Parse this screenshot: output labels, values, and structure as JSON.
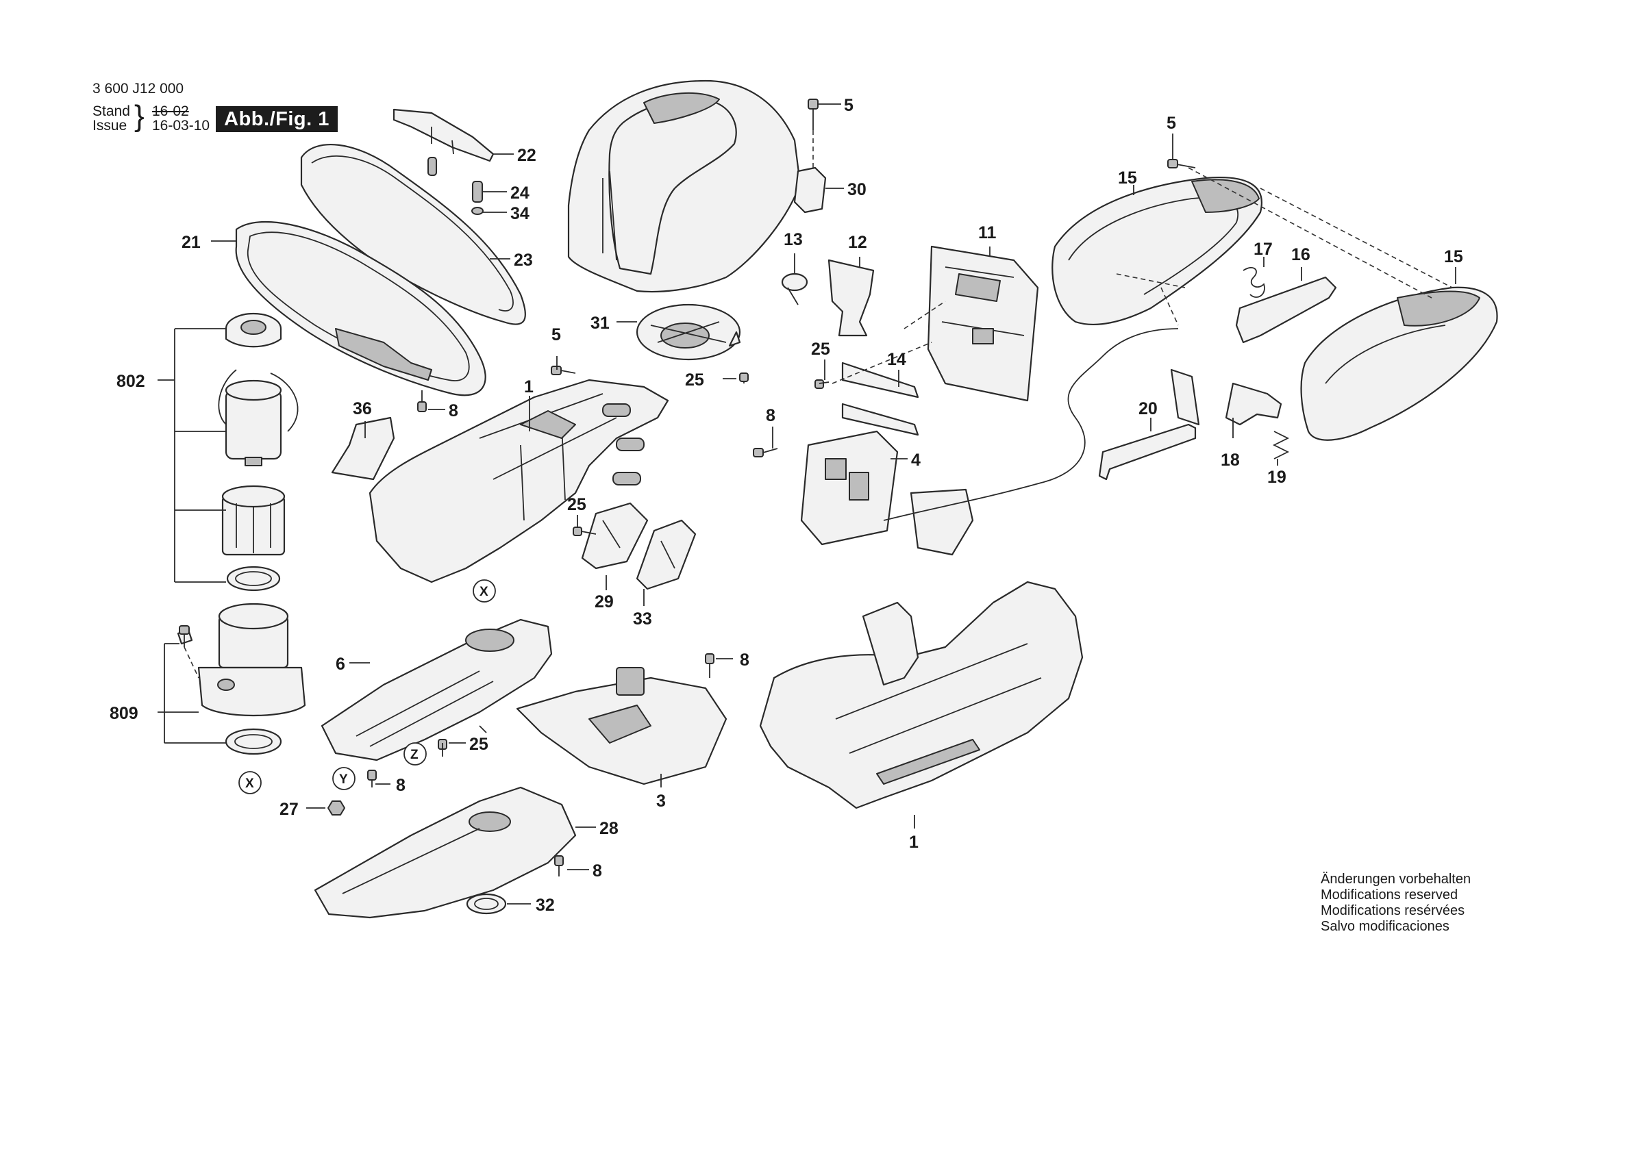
{
  "header": {
    "part_number": "3 600 J12 000",
    "stand_label": "Stand",
    "issue_label": "Issue",
    "stand_value": "16-02",
    "issue_value": "16-03-10",
    "figure_label": "Abb./Fig. 1"
  },
  "notes": [
    "Änderungen vorbehalten",
    "Modifications reserved",
    "Modifications resérvées",
    "Salvo modificaciones"
  ],
  "callouts": [
    {
      "id": "c-5a",
      "text": "5"
    },
    {
      "id": "c-30",
      "text": "30"
    },
    {
      "id": "c-22",
      "text": "22"
    },
    {
      "id": "c-24",
      "text": "24"
    },
    {
      "id": "c-34",
      "text": "34"
    },
    {
      "id": "c-23",
      "text": "23"
    },
    {
      "id": "c-21",
      "text": "21"
    },
    {
      "id": "c-802",
      "text": "802"
    },
    {
      "id": "c-8a",
      "text": "8"
    },
    {
      "id": "c-36",
      "text": "36"
    },
    {
      "id": "c-1a",
      "text": "1"
    },
    {
      "id": "c-5b",
      "text": "5"
    },
    {
      "id": "c-31",
      "text": "31"
    },
    {
      "id": "c-25a",
      "text": "25"
    },
    {
      "id": "c-13",
      "text": "13"
    },
    {
      "id": "c-12",
      "text": "12"
    },
    {
      "id": "c-11",
      "text": "11"
    },
    {
      "id": "c-25b",
      "text": "25"
    },
    {
      "id": "c-14",
      "text": "14"
    },
    {
      "id": "c-8b",
      "text": "8"
    },
    {
      "id": "c-4",
      "text": "4"
    },
    {
      "id": "c-5c",
      "text": "5"
    },
    {
      "id": "c-15a",
      "text": "15"
    },
    {
      "id": "c-17",
      "text": "17"
    },
    {
      "id": "c-16",
      "text": "16"
    },
    {
      "id": "c-15b",
      "text": "15"
    },
    {
      "id": "c-20",
      "text": "20"
    },
    {
      "id": "c-18",
      "text": "18"
    },
    {
      "id": "c-19",
      "text": "19"
    },
    {
      "id": "c-25c",
      "text": "25"
    },
    {
      "id": "c-29",
      "text": "29"
    },
    {
      "id": "c-33",
      "text": "33"
    },
    {
      "id": "c-6",
      "text": "6"
    },
    {
      "id": "c-809",
      "text": "809"
    },
    {
      "id": "c-25d",
      "text": "25"
    },
    {
      "id": "c-8c",
      "text": "8"
    },
    {
      "id": "c-8d",
      "text": "8"
    },
    {
      "id": "c-3",
      "text": "3"
    },
    {
      "id": "c-1b",
      "text": "1"
    },
    {
      "id": "c-27",
      "text": "27"
    },
    {
      "id": "c-28",
      "text": "28"
    },
    {
      "id": "c-8e",
      "text": "8"
    },
    {
      "id": "c-32",
      "text": "32"
    }
  ],
  "ref_markers": [
    {
      "id": "m-x1",
      "text": "X"
    },
    {
      "id": "m-x2",
      "text": "X"
    },
    {
      "id": "m-y",
      "text": "Y"
    },
    {
      "id": "m-z",
      "text": "Z"
    }
  ]
}
